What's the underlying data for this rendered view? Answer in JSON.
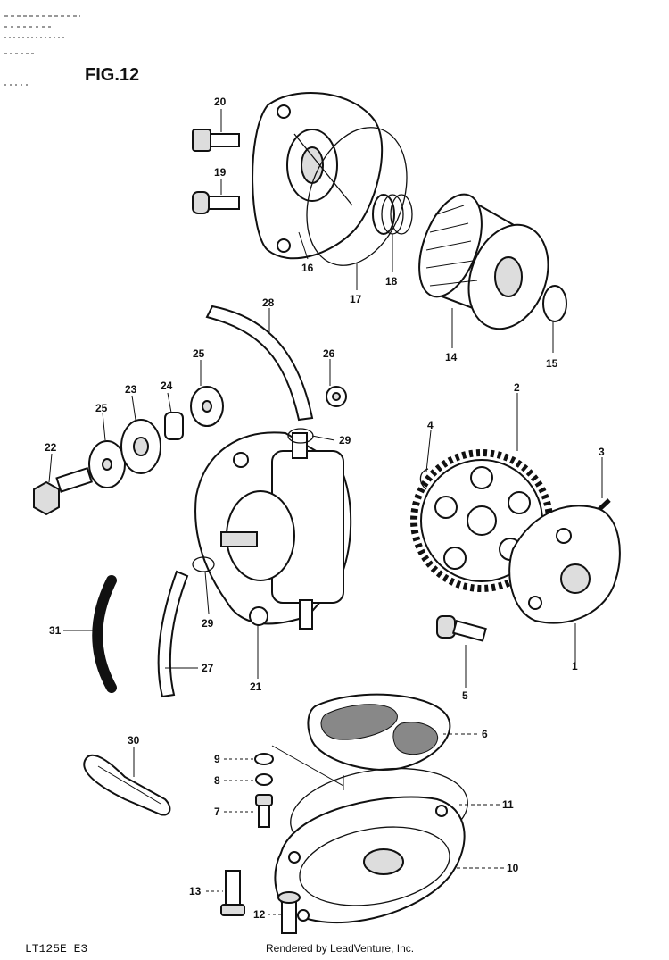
{
  "figure_title": "FIG.12",
  "model_code": "LT125E  E3",
  "credit": "Rendered by LeadVenture, Inc.",
  "callouts": {
    "c1": "1",
    "c2": "2",
    "c3": "3",
    "c4": "4",
    "c5": "5",
    "c6": "6",
    "c7": "7",
    "c8": "8",
    "c9": "9",
    "c10": "10",
    "c11": "11",
    "c12": "12",
    "c13": "13",
    "c14": "14",
    "c15": "15",
    "c16": "16",
    "c17": "17",
    "c18": "18",
    "c19": "19",
    "c20": "20",
    "c21": "21",
    "c22": "22",
    "c23": "23",
    "c24": "24",
    "c25a": "25",
    "c25b": "25",
    "c26": "26",
    "c27": "27",
    "c28": "28",
    "c29a": "29",
    "c29b": "29",
    "c30": "30",
    "c31": "31"
  }
}
